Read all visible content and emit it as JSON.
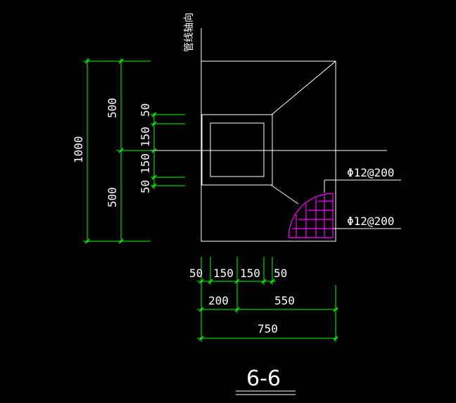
{
  "drawing": {
    "axis_label": "管线轴向",
    "section_title": "6-6",
    "rebar_top": "Φ12@200",
    "rebar_bottom": "Φ12@200",
    "left_dims": {
      "total": "1000",
      "upper": "500",
      "lower": "500",
      "d50_top": "50",
      "d150_top": "150",
      "d150_bottom": "150",
      "d50_bottom": "50"
    },
    "bottom_dims": {
      "r1": [
        "50",
        "150",
        "150",
        "50"
      ],
      "r2": [
        "200",
        "550"
      ],
      "r3": "750"
    }
  },
  "colors": {
    "background": "#000000",
    "outline": "#ffffff",
    "dimension": "#00ff00",
    "rebar": "#ff00ff",
    "text": "#ffffff"
  }
}
